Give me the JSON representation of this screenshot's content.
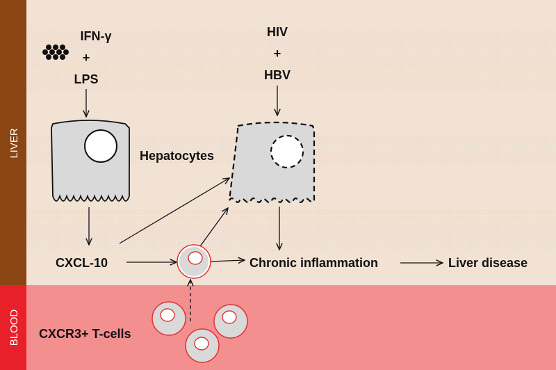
{
  "regions": {
    "liver_label": "LIVER",
    "blood_label": "BLOOD"
  },
  "stimulus_left": {
    "line1": "IFN-γ",
    "line2": "+",
    "line3": "LPS"
  },
  "stimulus_right": {
    "line1": "HIV",
    "line2": "+",
    "line3": "HBV"
  },
  "labels": {
    "hepatocytes": "Hepatocytes",
    "cxcl10": "CXCL-10",
    "chronic_inflammation": "Chronic inflammation",
    "liver_disease": "Liver disease",
    "tcells": "CXCR3+ T-cells"
  },
  "colors": {
    "liver_band": "#8b4513",
    "liver_bg": "#f3e4d8",
    "blood_band": "#e8202a",
    "blood_bg": "#f48f90",
    "cell_fill": "#d9d9d9",
    "tcell_stroke": "#e03030"
  }
}
